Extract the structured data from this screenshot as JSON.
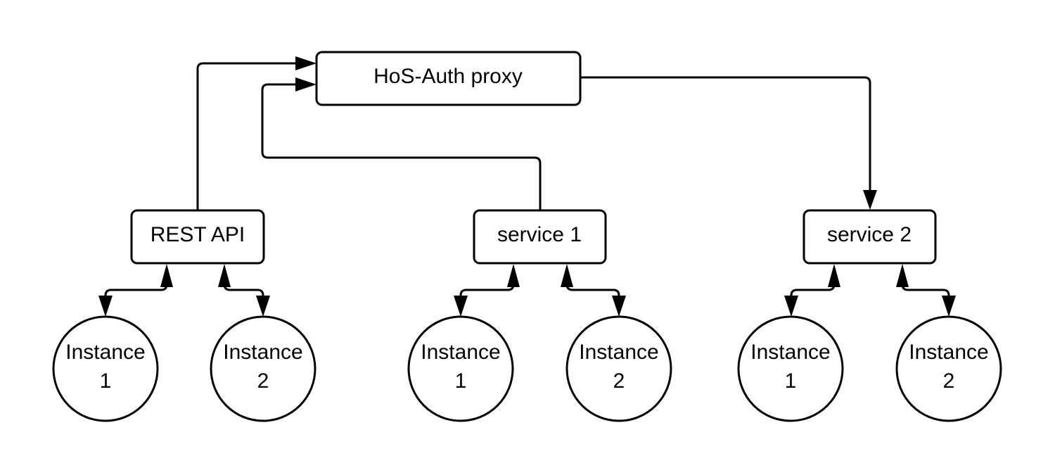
{
  "nodes": {
    "proxy": {
      "label": "HoS-Auth proxy"
    },
    "rest_api": {
      "label": "REST API"
    },
    "service_1": {
      "label": "service 1"
    },
    "service_2": {
      "label": "service 2"
    }
  },
  "instances": {
    "rest_api": [
      {
        "line1": "Instance",
        "line2": "1"
      },
      {
        "line1": "Instance",
        "line2": "2"
      }
    ],
    "service_1": [
      {
        "line1": "Instance",
        "line2": "1"
      },
      {
        "line1": "Instance",
        "line2": "2"
      }
    ],
    "service_2": [
      {
        "line1": "Instance",
        "line2": "1"
      },
      {
        "line1": "Instance",
        "line2": "2"
      }
    ]
  },
  "edges": [
    {
      "from": "rest_api",
      "to": "proxy"
    },
    {
      "from": "service_1",
      "to": "proxy"
    },
    {
      "from": "proxy",
      "to": "service_2"
    },
    {
      "from": "rest_api",
      "to": "instances.rest_api.0",
      "bidirectional": true
    },
    {
      "from": "rest_api",
      "to": "instances.rest_api.1",
      "bidirectional": true
    },
    {
      "from": "service_1",
      "to": "instances.service_1.0",
      "bidirectional": true
    },
    {
      "from": "service_1",
      "to": "instances.service_1.1",
      "bidirectional": true
    },
    {
      "from": "service_2",
      "to": "instances.service_2.0",
      "bidirectional": true
    },
    {
      "from": "service_2",
      "to": "instances.service_2.1",
      "bidirectional": true
    }
  ],
  "colors": {
    "stroke": "#000000",
    "background": "#ffffff"
  }
}
